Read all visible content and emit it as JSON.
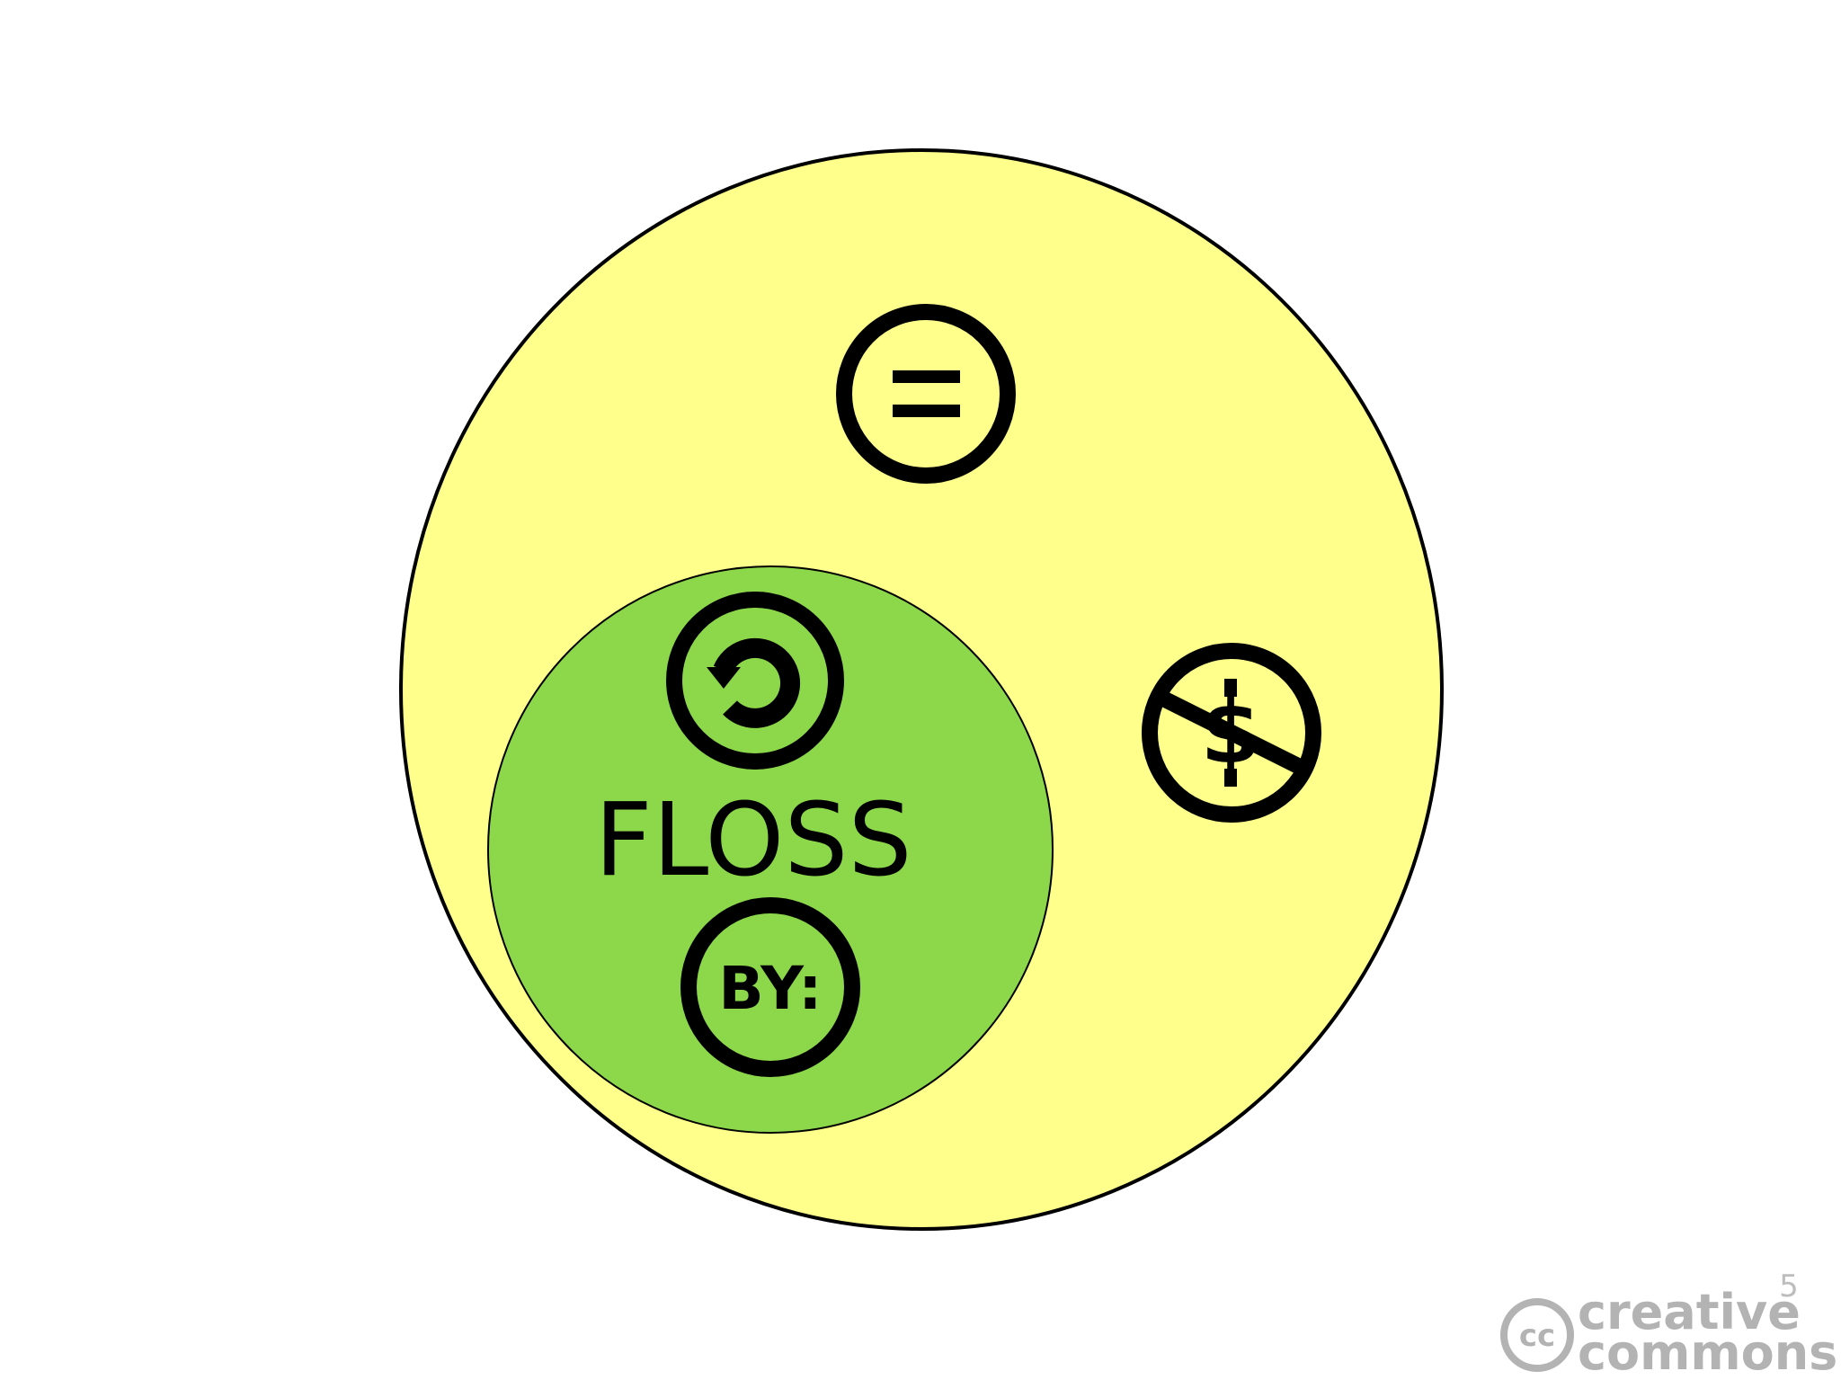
{
  "diagram": {
    "outer_circle": {
      "fill": "#ffff8c",
      "stroke": "#000000"
    },
    "inner_circle": {
      "fill": "#8cd84a",
      "stroke": "#000000",
      "label": "FLOSS"
    },
    "icons": {
      "no_derivatives": "equals-icon",
      "share_alike": "share-alike-icon",
      "attribution": {
        "icon": "attribution-icon",
        "text": "BY:"
      },
      "non_commercial": "no-dollar-icon"
    }
  },
  "footer": {
    "page_number": "5",
    "logo": {
      "mark": "cc",
      "line1": "creative",
      "line2": "commons",
      "color": "#b3b3b3"
    }
  }
}
